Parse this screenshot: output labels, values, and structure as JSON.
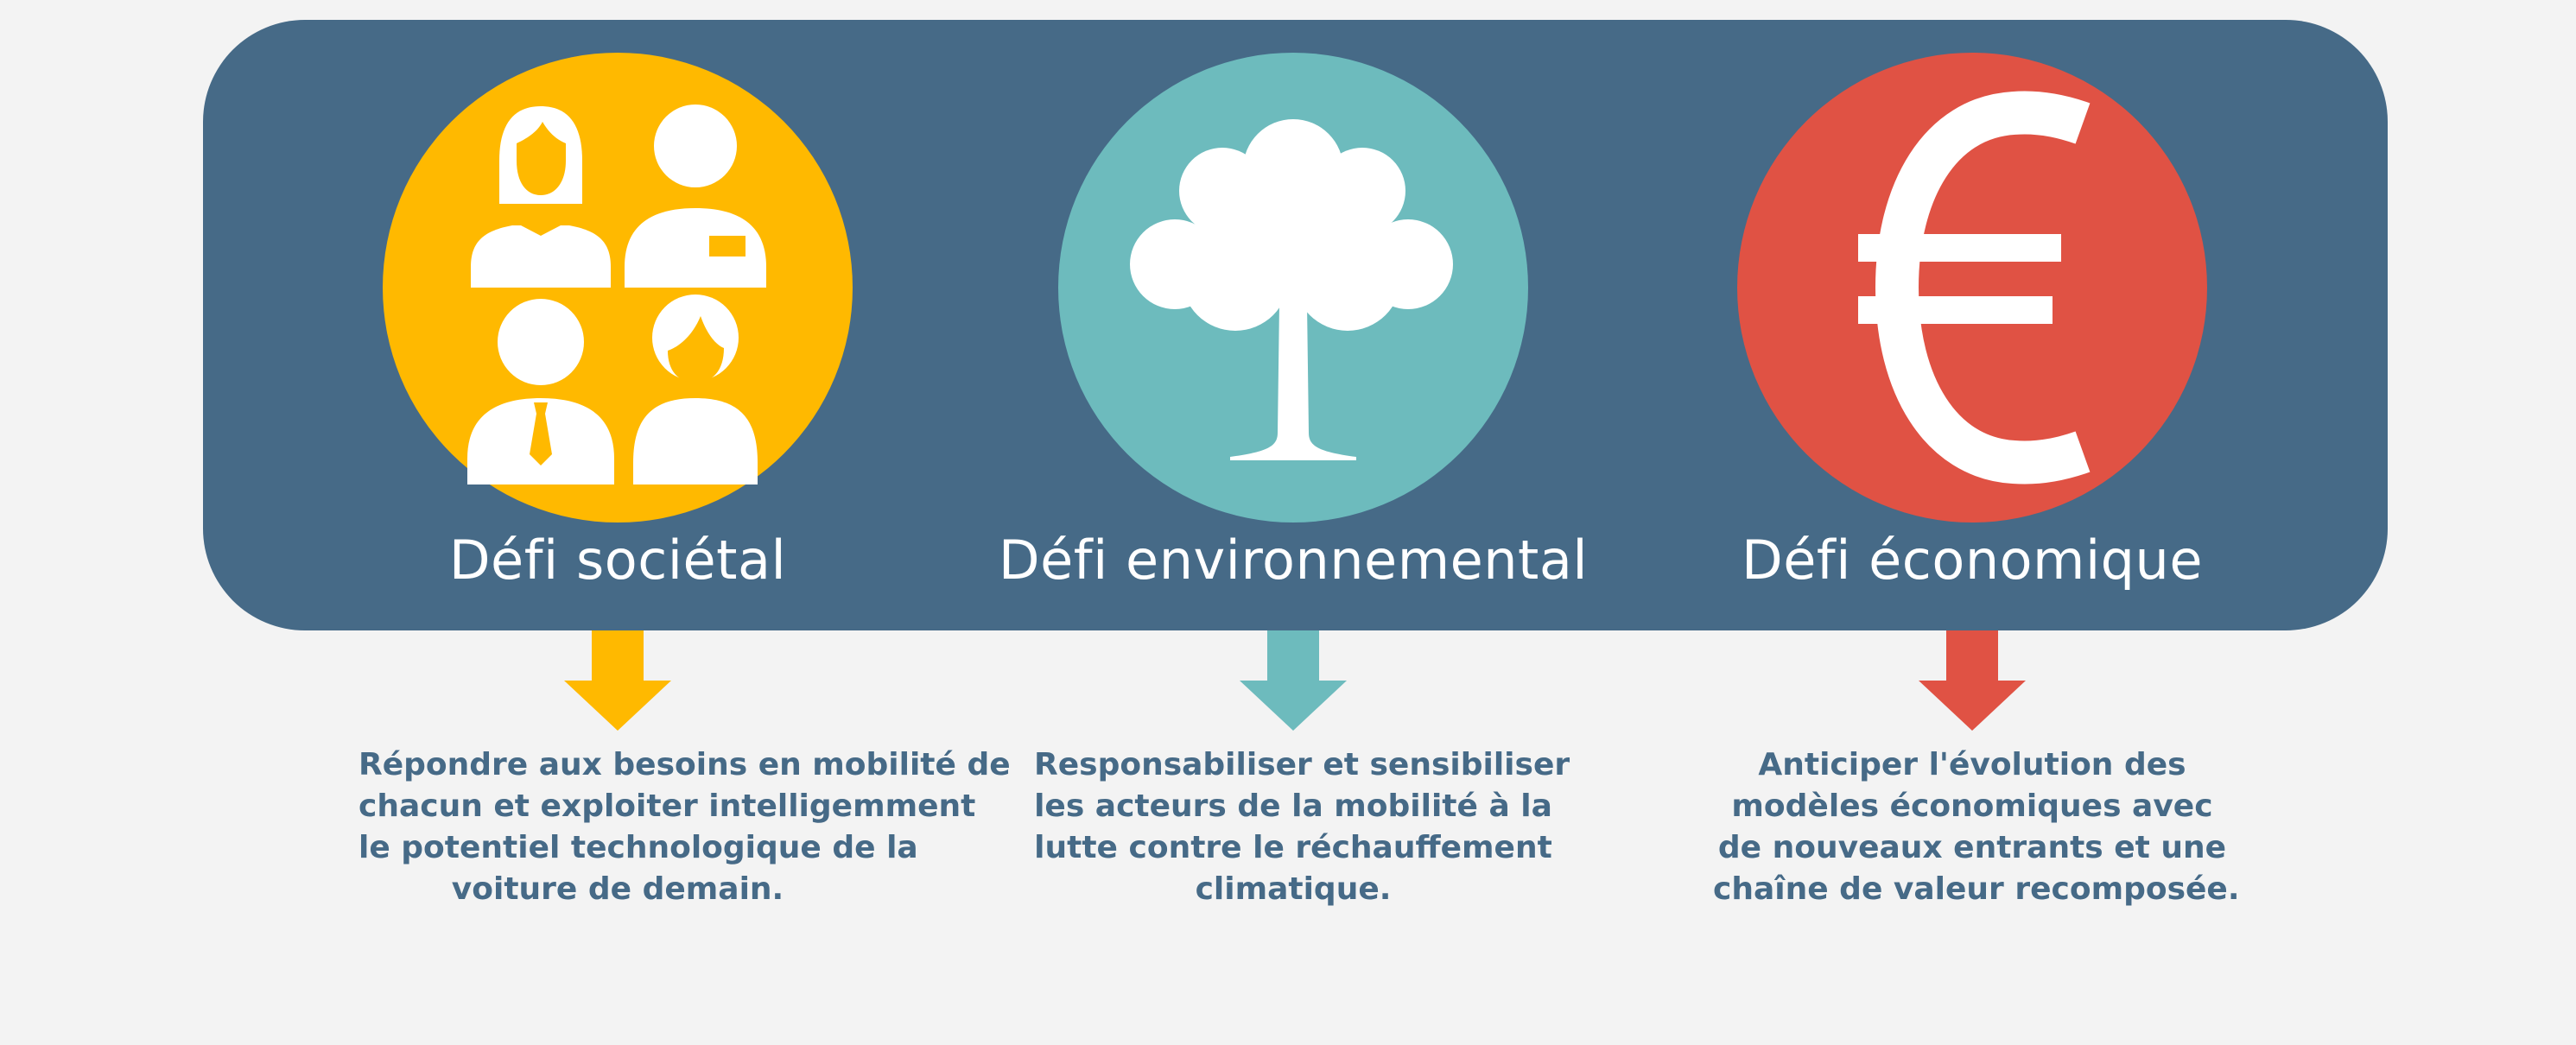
{
  "colors": {
    "panel": "#466a87",
    "background": "#f3f3f3",
    "societal": "#ffb900",
    "environmental": "#6dbbbd",
    "economic": "#e05244",
    "title_text": "#ffffff",
    "desc_text": "#466a87"
  },
  "pillars": [
    {
      "title": "Défi sociétal",
      "icon": "people-group-icon",
      "desc_lines": [
        "Répondre aux besoins en mobilité de",
        "chacun et exploiter intelligemment",
        "le potentiel technologique de la",
        "voiture de demain."
      ]
    },
    {
      "title": "Défi environnemental",
      "icon": "tree-icon",
      "desc_lines": [
        "Responsabiliser et sensibiliser",
        "les acteurs de la mobilité à la",
        "lutte contre le réchauffement",
        "climatique."
      ]
    },
    {
      "title": "Défi économique",
      "icon": "euro-icon",
      "desc_lines": [
        "Anticiper l'évolution des",
        "modèles économiques avec",
        "de nouveaux entrants et une",
        "chaîne de valeur recomposée."
      ]
    }
  ]
}
